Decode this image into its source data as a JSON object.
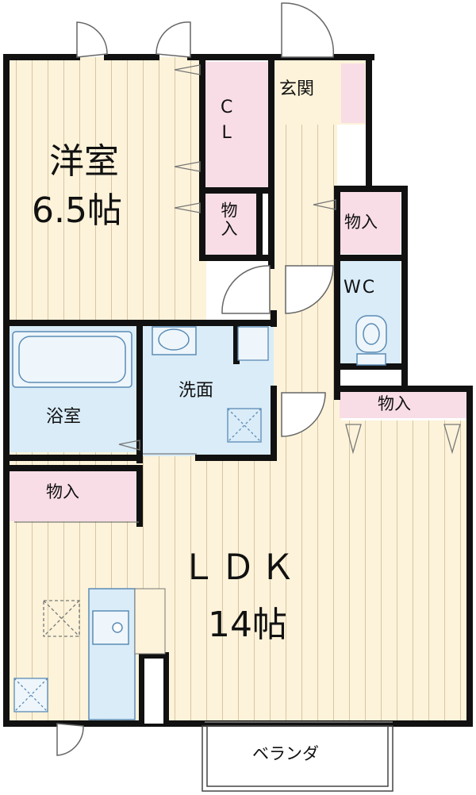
{
  "colors": {
    "floor_wood": "#fdf3da",
    "wood_line": "#cdbd98",
    "wet_area": "#d9ecf8",
    "storage": "#f8dde6",
    "wall": "#111111",
    "fixture_line": "#5b8bb5"
  },
  "rooms": {
    "western_room": {
      "name": "洋室",
      "size": "6.5帖"
    },
    "closet": {
      "label": "C\nL"
    },
    "entrance": {
      "label": "玄関"
    },
    "storage_small_1": {
      "label": "物入"
    },
    "storage_small_2": {
      "label": "物入"
    },
    "toilet": {
      "label": "WC"
    },
    "bath": {
      "label": "浴室"
    },
    "washroom": {
      "label": "洗面"
    },
    "storage_right": {
      "label": "物入"
    },
    "storage_left": {
      "label": "物入"
    },
    "ldk": {
      "name": "ＬＤＫ",
      "size": "14帖"
    },
    "balcony": {
      "label": "ベランダ"
    }
  }
}
